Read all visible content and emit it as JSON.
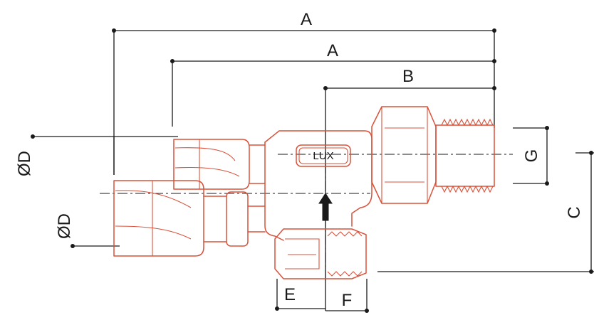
{
  "labels": {
    "a_outer": "A",
    "a_inner": "A",
    "b": "B",
    "c": "C",
    "d_upper": "ØD",
    "d_lower": "ØD",
    "e": "E",
    "f": "F",
    "g": "G"
  },
  "body_marking": "LUX",
  "colors": {
    "outline": "#d9513a",
    "dimension": "#1a1a1a"
  }
}
